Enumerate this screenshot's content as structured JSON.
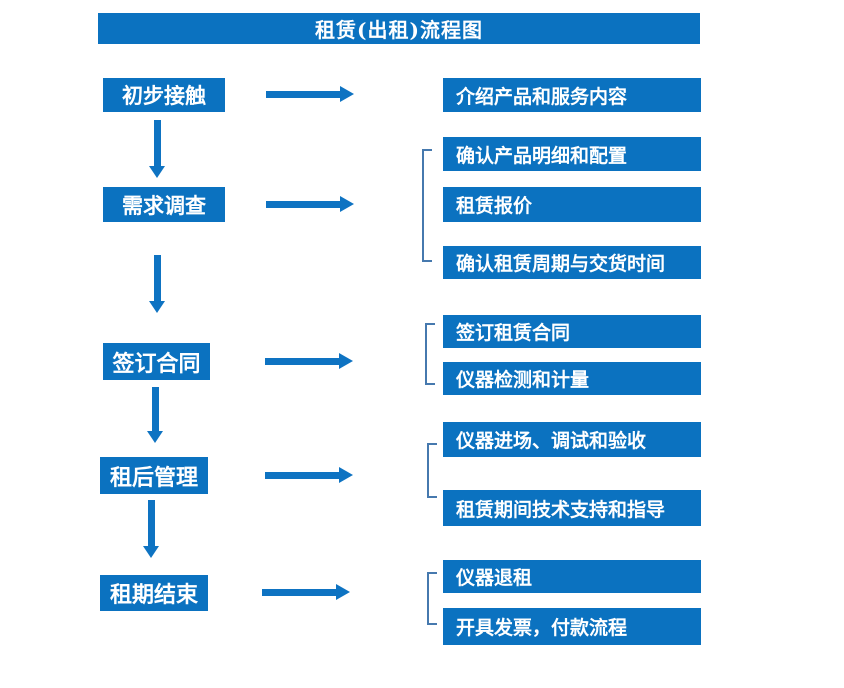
{
  "title": "租赁(出租)流程图",
  "colors": {
    "box_blue": "#0b72c0",
    "arrow_blue": "#0e73c2",
    "bracket_blue": "#4679ae",
    "text_color": "#ffffff"
  },
  "flow": {
    "stages": [
      {
        "id": "initial-contact",
        "label": "初步接触",
        "details": [
          "介绍产品和服务内容"
        ]
      },
      {
        "id": "demand-survey",
        "label": "需求调查",
        "details": [
          "确认产品明细和配置",
          "租赁报价",
          "确认租赁周期与交货时间"
        ]
      },
      {
        "id": "sign-contract",
        "label": "签订合同",
        "details": [
          "签订租赁合同",
          "仪器检测和计量"
        ]
      },
      {
        "id": "post-rental-management",
        "label": "租后管理",
        "details": [
          "仪器进场、调试和验收",
          "租赁期间技术支持和指导"
        ]
      },
      {
        "id": "rental-end",
        "label": "租期结束",
        "details": [
          "仪器退租",
          "开具发票，付款流程"
        ]
      }
    ]
  }
}
